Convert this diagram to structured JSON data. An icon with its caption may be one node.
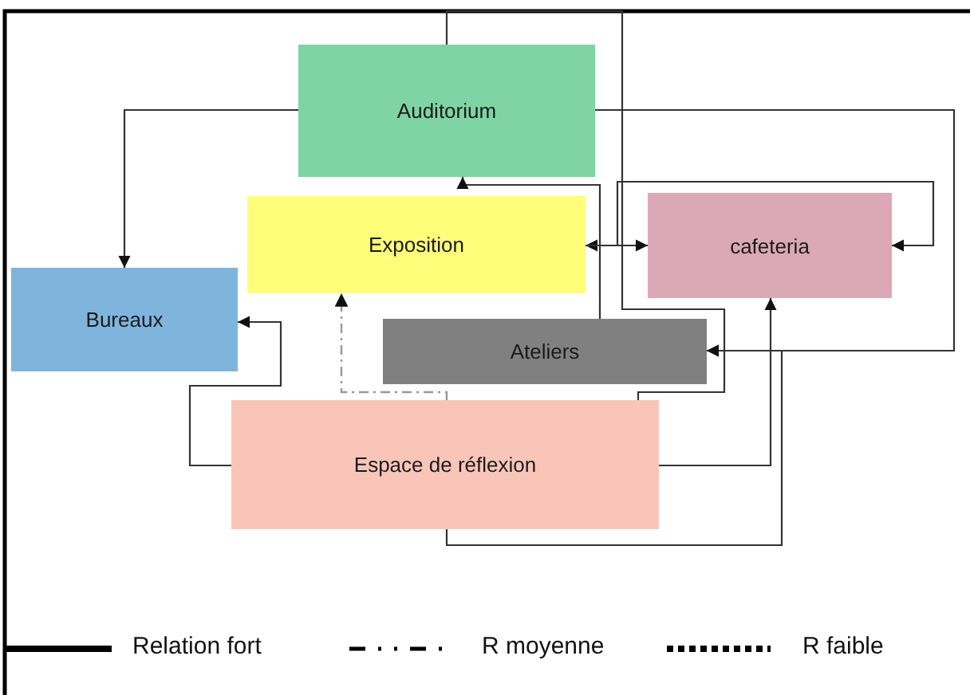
{
  "diagram": {
    "nodes": [
      {
        "text": [
          "Auditorium"
        ]
      },
      {
        "text": [
          "Exposition"
        ]
      },
      {
        "text": [
          "cafeteria"
        ]
      },
      {
        "text": [
          "Bureaux"
        ]
      },
      {
        "text": [
          "Ateliers"
        ]
      },
      {
        "text": [
          "Espace de réflexion"
        ]
      }
    ],
    "edges": [
      {
        "from": 0,
        "to": 5,
        "arrow": "none"
      },
      {
        "from": 0,
        "to": 3,
        "arrow": "to"
      },
      {
        "from": 0,
        "to": 4,
        "arrow": "to"
      },
      {
        "from": 4,
        "to": 0,
        "arrow": "to"
      },
      {
        "from": 1,
        "to": 2,
        "arrow": "both"
      },
      {
        "from": 1,
        "to": 2,
        "arrow": "to"
      },
      {
        "from": 5,
        "to": 1,
        "arrow": "to",
        "style": "dashed",
        "color": "#999999"
      },
      {
        "from": 5,
        "to": 3,
        "arrow": "to"
      },
      {
        "from": 5,
        "to": 2,
        "arrow": "to"
      },
      {
        "from": 5,
        "to": 4,
        "arrow": "to"
      }
    ],
    "legend": [
      {
        "text": "Relation fort"
      },
      {
        "text": "R moyenne"
      },
      {
        "text": "R faible"
      }
    ]
  }
}
